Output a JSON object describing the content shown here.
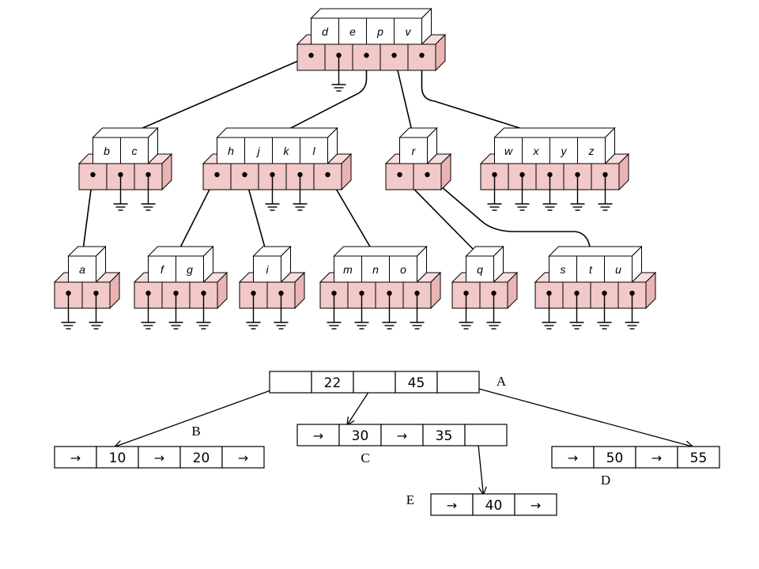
{
  "upper_tree": {
    "root": {
      "keys": [
        "d",
        "e",
        "p",
        "v"
      ]
    },
    "level2": [
      {
        "keys": [
          "b",
          "c"
        ]
      },
      {
        "keys": [
          "h",
          "j",
          "k",
          "l"
        ]
      },
      {
        "keys": [
          "r"
        ]
      },
      {
        "keys": [
          "w",
          "x",
          "y",
          "z"
        ]
      }
    ],
    "leaves": [
      {
        "keys": [
          "a"
        ]
      },
      {
        "keys": [
          "f",
          "g"
        ]
      },
      {
        "keys": [
          "i"
        ]
      },
      {
        "keys": [
          "m",
          "n",
          "o"
        ]
      },
      {
        "keys": [
          "q"
        ]
      },
      {
        "keys": [
          "s",
          "t",
          "u"
        ]
      }
    ]
  },
  "lower_tree": {
    "nodes": [
      {
        "label": "A",
        "cells": [
          "",
          "22",
          "",
          "45",
          ""
        ]
      },
      {
        "label": "B",
        "cells": [
          "→",
          "10",
          "→",
          "20",
          "→"
        ]
      },
      {
        "label": "C",
        "cells": [
          "→",
          "30",
          "→",
          "35",
          ""
        ]
      },
      {
        "label": "D",
        "cells": [
          "→",
          "50",
          "→",
          "55"
        ]
      },
      {
        "label": "E",
        "cells": [
          "→",
          "40",
          "→"
        ]
      }
    ]
  }
}
